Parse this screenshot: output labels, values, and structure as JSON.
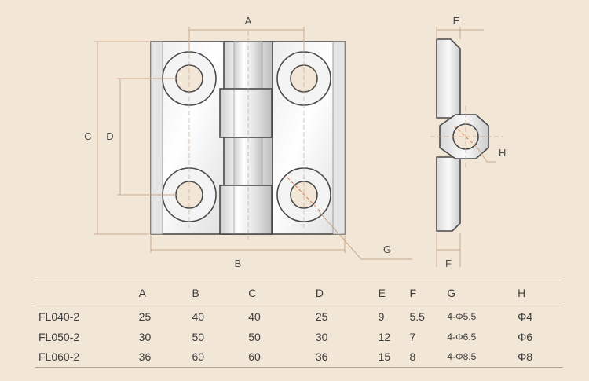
{
  "dimension_labels": {
    "A": "A",
    "B": "B",
    "C": "C",
    "D": "D",
    "E": "E",
    "F": "F",
    "G": "G",
    "H": "H"
  },
  "table": {
    "headers": [
      "",
      "A",
      "B",
      "C",
      "D",
      "E",
      "F",
      "G",
      "H"
    ],
    "rows": [
      [
        "FL040-2",
        "25",
        "40",
        "40",
        "25",
        "9",
        "5.5",
        "4-Φ5.5",
        "Φ4"
      ],
      [
        "FL050-2",
        "30",
        "50",
        "50",
        "30",
        "12",
        "7",
        "4-Φ6.5",
        "Φ6"
      ],
      [
        "FL060-2",
        "36",
        "60",
        "60",
        "36",
        "15",
        "8",
        "4-Φ8.5",
        "Φ8"
      ]
    ]
  },
  "colors": {
    "background": "#f2e6d6",
    "dimension_line": "#c9a98e",
    "part_outline": "#4a4a4a",
    "table_rule": "#b9a595"
  }
}
